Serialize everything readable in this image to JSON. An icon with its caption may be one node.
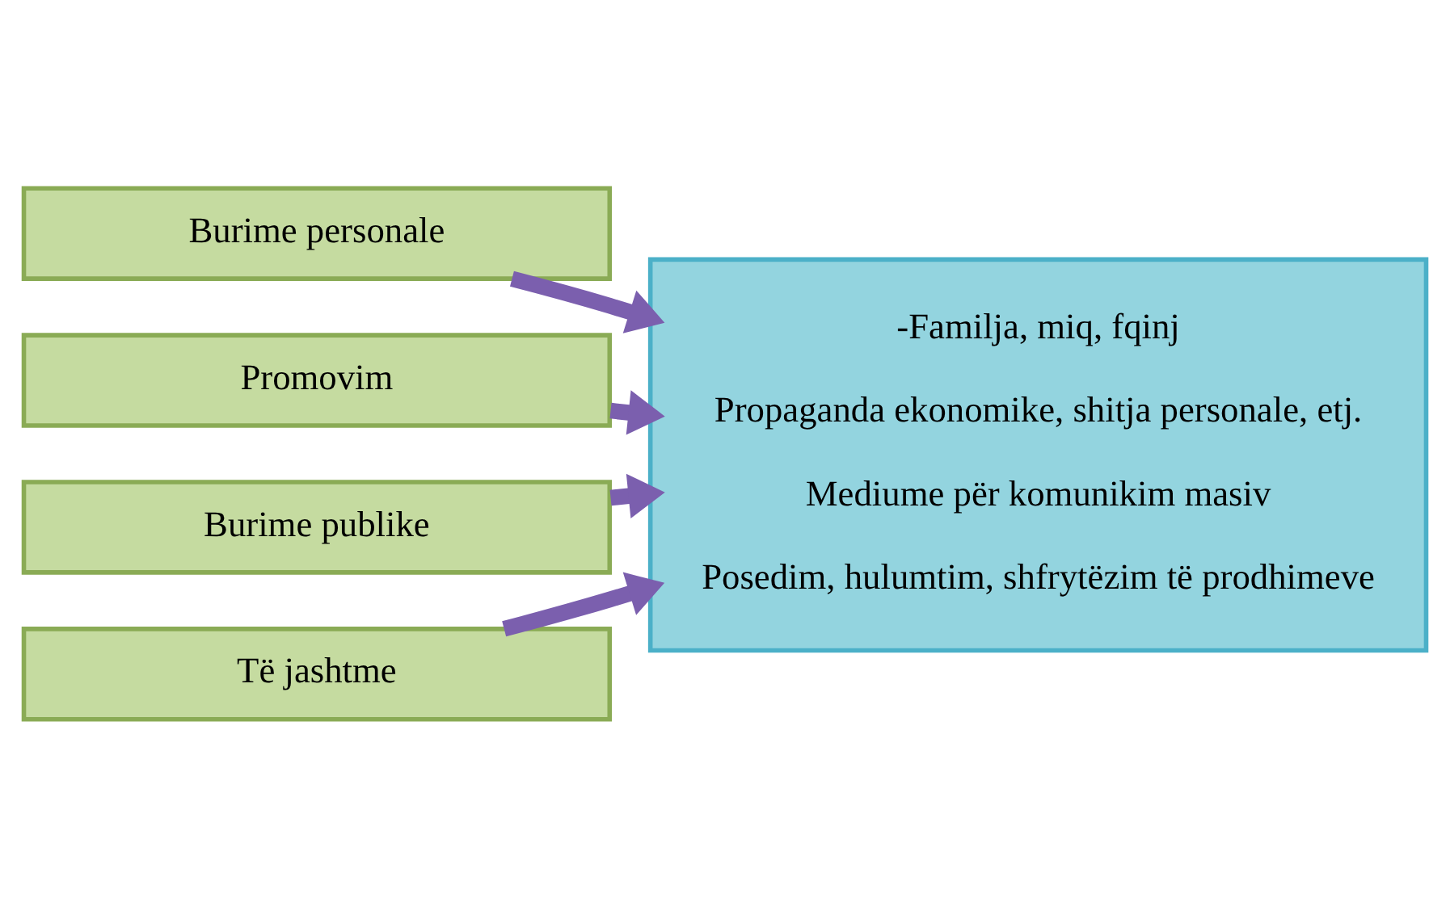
{
  "diagram": {
    "nodes": [
      {
        "text": [
          "Burime personale"
        ]
      },
      {
        "text": [
          "Promovim"
        ]
      },
      {
        "text": [
          "Burime publike"
        ]
      },
      {
        "text": [
          "Të jashtme"
        ]
      },
      {
        "text": [
          "-Familja, miq, fqinj",
          "Propaganda ekonomike, shitja personale, etj.",
          "Mediume për komunikim masiv",
          "Posedim, hulumtim, shfrytëzim të prodhimeve"
        ]
      }
    ],
    "edges": [
      {
        "from": 0,
        "to": 4,
        "arrow": "to"
      },
      {
        "from": 1,
        "to": 4,
        "arrow": "to"
      },
      {
        "from": 2,
        "to": 4,
        "arrow": "to"
      },
      {
        "from": 3,
        "to": 4,
        "arrow": "to"
      }
    ]
  }
}
